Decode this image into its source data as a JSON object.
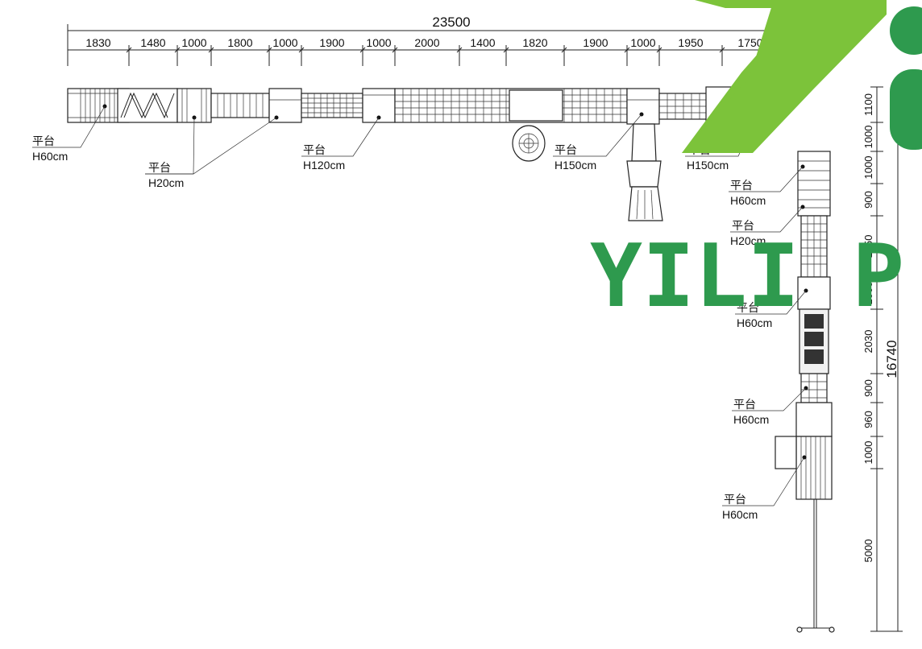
{
  "overall": {
    "width_total": "23500",
    "height_total": "16740"
  },
  "top_segments": [
    "1830",
    "1480",
    "1000",
    "1800",
    "1000",
    "1900",
    "1000",
    "2000",
    "1400",
    "1820",
    "1900",
    "1000",
    "1950",
    "1750"
  ],
  "side_segments": [
    "1100",
    "1000",
    "1000",
    "900",
    "1850",
    "1000",
    "2030",
    "900",
    "960",
    "1000",
    "5000"
  ],
  "labels": [
    {
      "name": "平台",
      "height": "H60cm"
    },
    {
      "name": "平台",
      "height": "H20cm"
    },
    {
      "name": "平台",
      "height": "H120cm"
    },
    {
      "name": "平台",
      "height": "H150cm"
    },
    {
      "name": "平台",
      "height": "H150cm"
    },
    {
      "name": "平台",
      "height": "H60cm"
    },
    {
      "name": "平台",
      "height": "H20cm"
    },
    {
      "name": "平台",
      "height": "H60cm"
    },
    {
      "name": "平台",
      "height": "H60cm"
    },
    {
      "name": "平台",
      "height": "H60cm"
    }
  ],
  "watermark": {
    "text": "YILI P",
    "color_green": "#2e9a4e",
    "color_lime": "#7cc33a"
  }
}
